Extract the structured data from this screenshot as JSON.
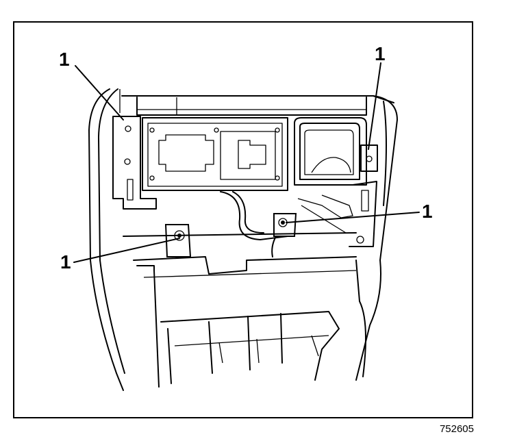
{
  "callouts": [
    {
      "label": "1"
    },
    {
      "label": "1"
    },
    {
      "label": "1"
    },
    {
      "label": "1"
    }
  ],
  "figure_id": "752605"
}
